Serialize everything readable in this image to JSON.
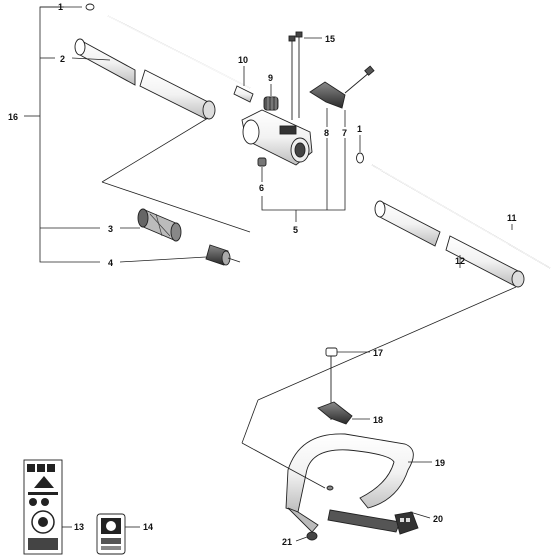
{
  "diagram": {
    "labels": [
      "1",
      "2",
      "3",
      "4",
      "5",
      "6",
      "7",
      "8",
      "9",
      "10",
      "11",
      "12",
      "13",
      "14",
      "15",
      "16",
      "17",
      "18",
      "19",
      "20",
      "21",
      "1"
    ],
    "colors": {
      "outline": "#222222",
      "fill_light": "#ffffff",
      "fill_gray": "#cfcfcf",
      "fill_dark": "#4a4a4a"
    }
  }
}
